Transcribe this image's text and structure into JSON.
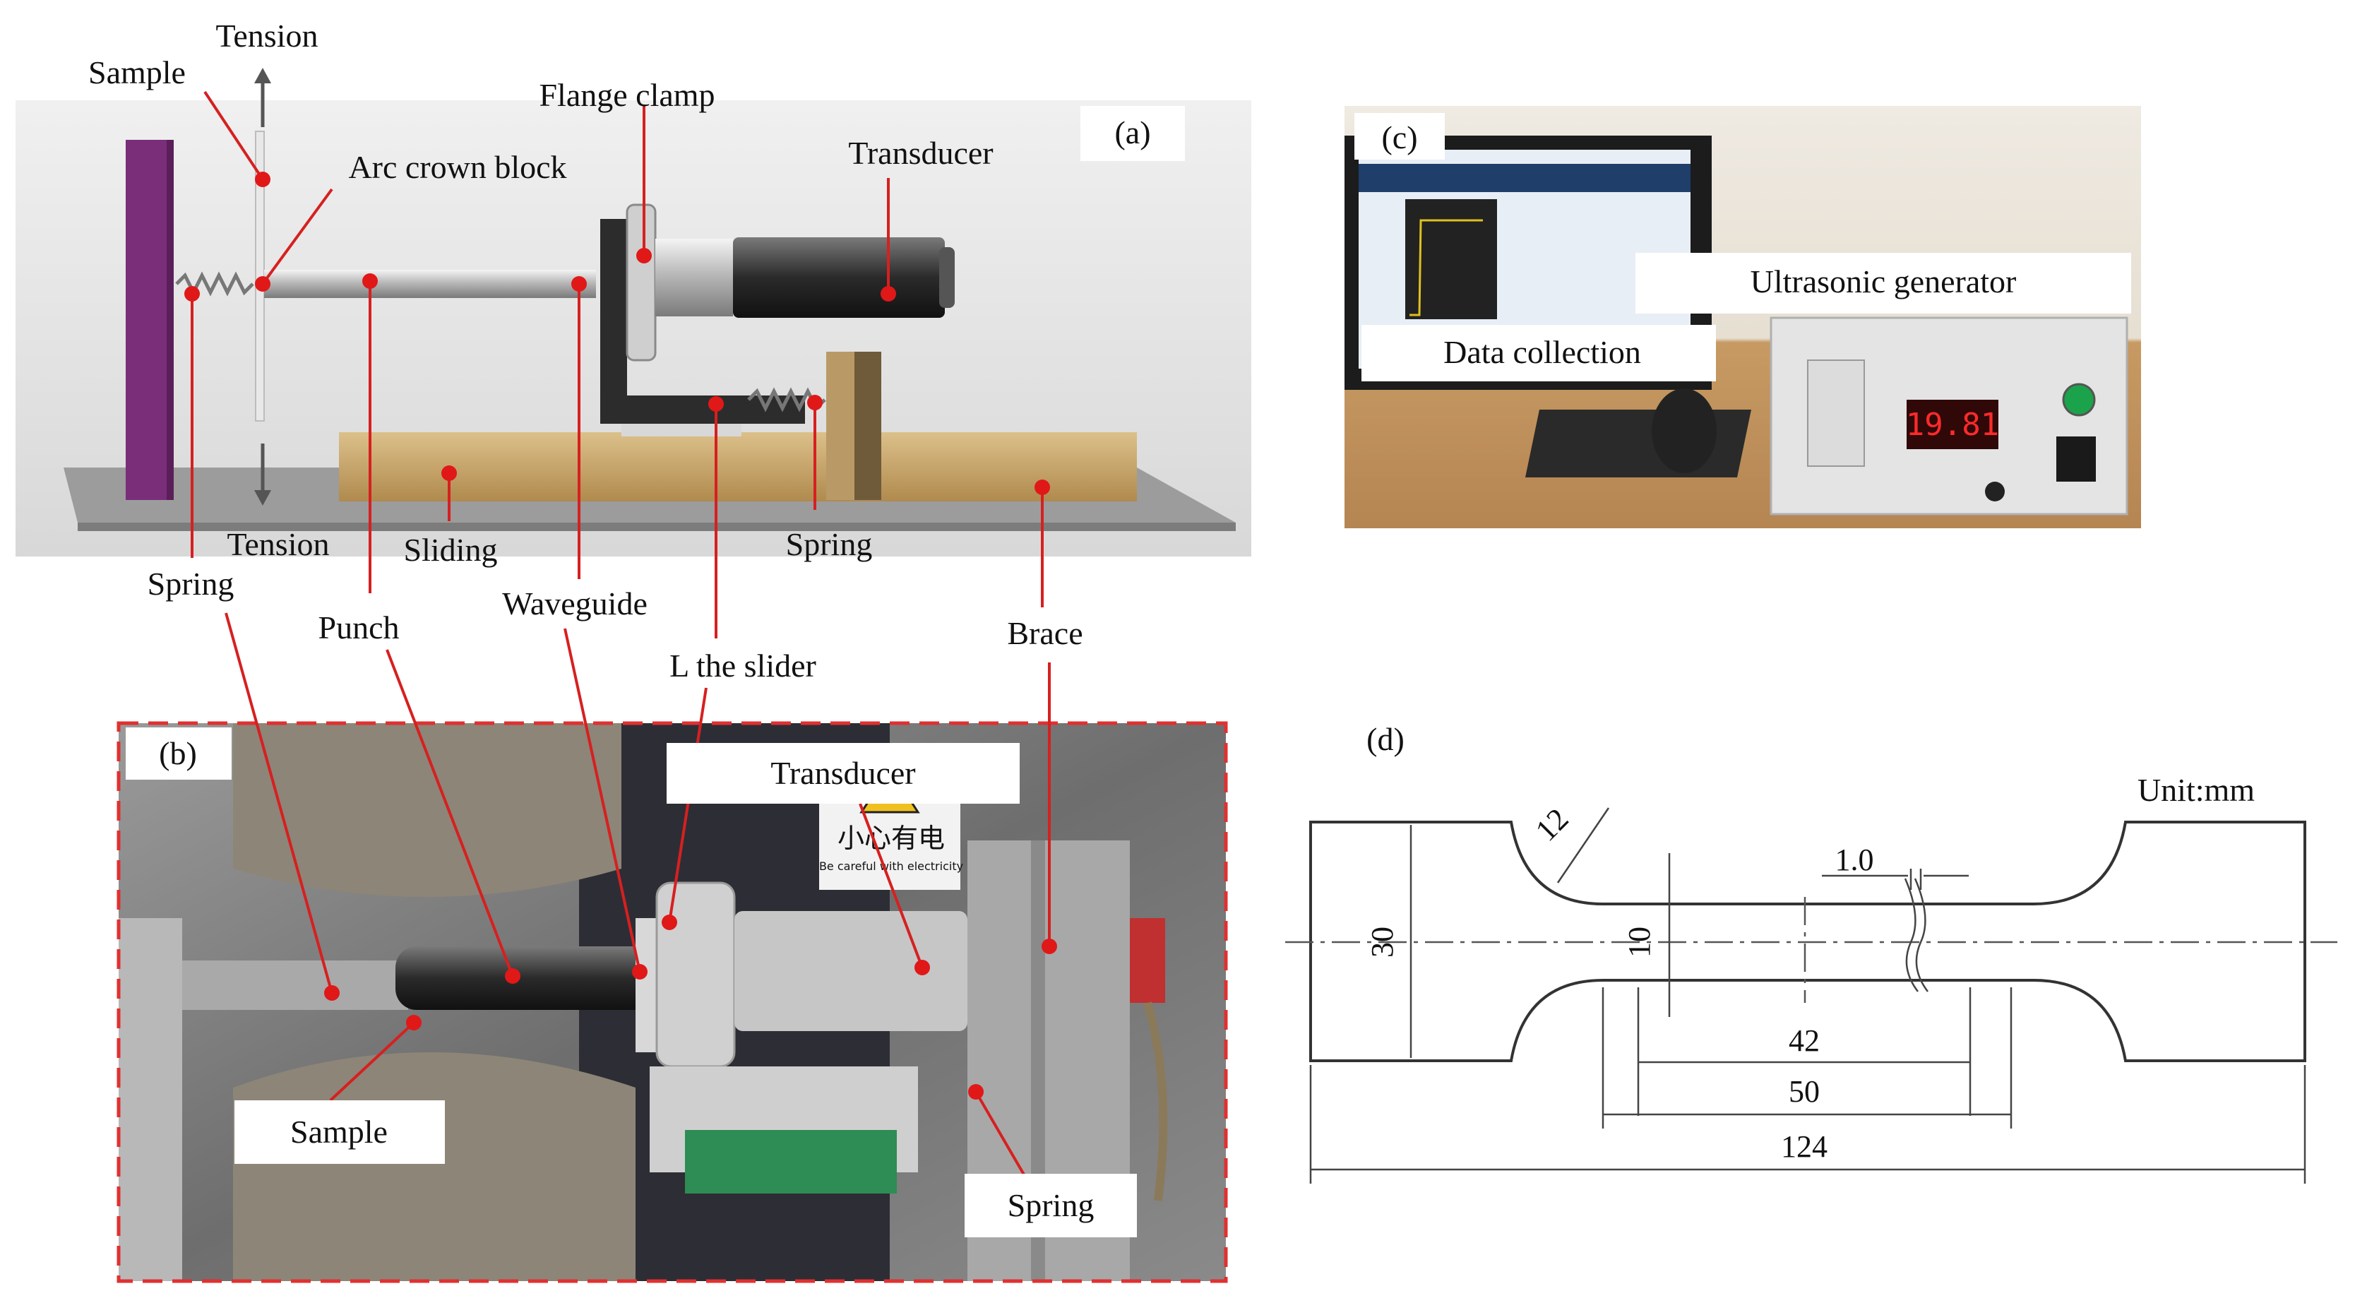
{
  "panels": {
    "a": "(a)",
    "b": "(b)",
    "c": "(c)",
    "d": "(d)"
  },
  "panel_a": {
    "sample": "Sample",
    "tension_top": "Tension",
    "tension_bottom": "Tension",
    "arc_crown_block": "Arc crown block",
    "flange_clamp": "Flange clamp",
    "transducer": "Transducer",
    "sliding": "Sliding",
    "spring_right": "Spring"
  },
  "shared_labels": {
    "spring": "Spring",
    "punch": "Punch",
    "waveguide": "Waveguide",
    "l_slider": "L the slider",
    "brace": "Brace"
  },
  "panel_b": {
    "transducer": "Transducer",
    "sample": "Sample",
    "spring": "Spring",
    "warning_text": "小心有电",
    "warning_sub": "Be careful with electricity"
  },
  "panel_c": {
    "ultrasonic_generator": "Ultrasonic generator",
    "data_collection": "Data collection",
    "display_value": "19.81"
  },
  "panel_d": {
    "unit": "Unit:mm",
    "radius": "12",
    "width_total": "30",
    "width_gauge": "10",
    "notch": "1.0",
    "len_42": "42",
    "len_50": "50",
    "len_124": "124"
  },
  "colors": {
    "leader": "#d62020",
    "dashed_frame": "#e03030",
    "purple_plate": "#7a2e7a",
    "wood": "#c8a46a"
  }
}
